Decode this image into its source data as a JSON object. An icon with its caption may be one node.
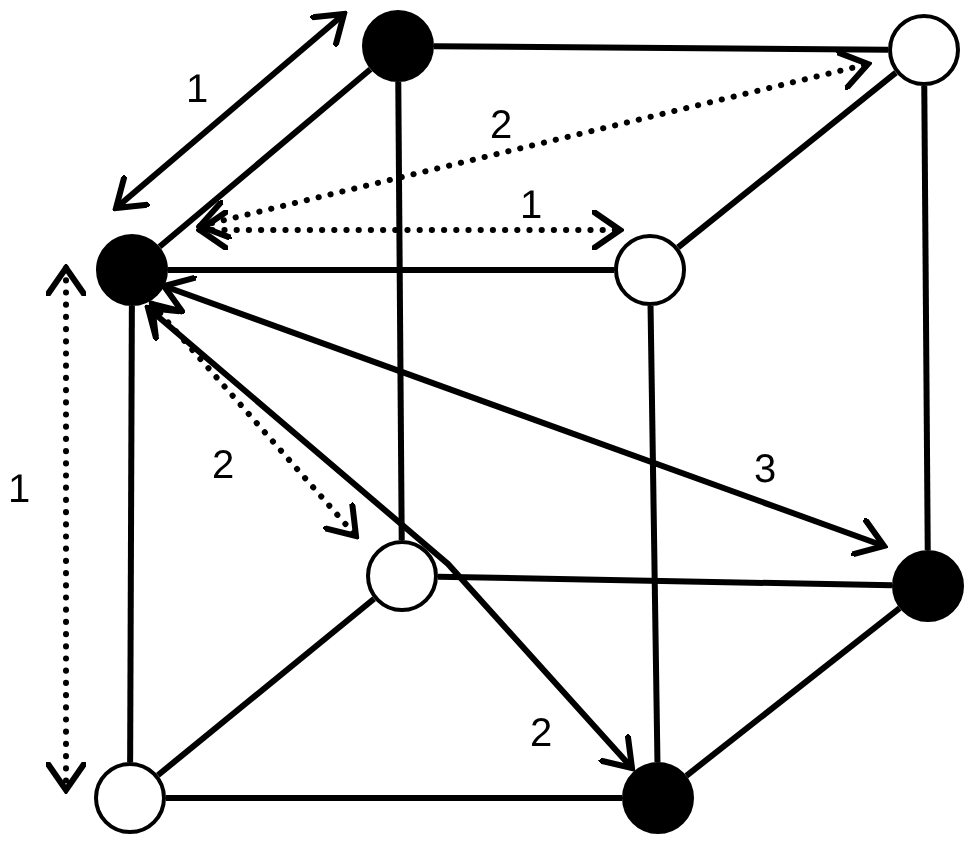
{
  "diagram": {
    "nodes": [
      {
        "text": [],
        "shape": "circle"
      },
      {
        "text": [],
        "shape": "circle"
      },
      {
        "text": [],
        "shape": "circle"
      },
      {
        "text": [],
        "shape": "circle"
      },
      {
        "text": [],
        "shape": "circle"
      },
      {
        "text": [],
        "shape": "circle"
      },
      {
        "text": [],
        "shape": "circle"
      },
      {
        "text": [],
        "shape": "circle"
      }
    ],
    "edges": [
      {
        "from": 2,
        "to": 0,
        "arrow": "both",
        "label": "1"
      },
      {
        "from": 2,
        "to": 1,
        "arrow": "both",
        "label": "2",
        "style": "dashed"
      },
      {
        "from": 2,
        "to": 3,
        "arrow": "both",
        "label": "1",
        "style": "dashed"
      },
      {
        "from": 2,
        "to": 6,
        "arrow": "both",
        "label": "1",
        "style": "dashed"
      },
      {
        "from": 2,
        "to": 4,
        "arrow": "both",
        "label": "2",
        "style": "dashed"
      },
      {
        "from": 2,
        "to": 5,
        "arrow": "both",
        "label": "3"
      },
      {
        "from": 2,
        "to": 7,
        "arrow": "both",
        "label": "2"
      },
      {
        "from": 2,
        "to": 3,
        "arrow": "none"
      },
      {
        "from": 2,
        "to": 6,
        "arrow": "none"
      },
      {
        "from": 3,
        "to": 7,
        "arrow": "none"
      },
      {
        "from": 6,
        "to": 7,
        "arrow": "none"
      },
      {
        "from": 0,
        "to": 1,
        "arrow": "none"
      },
      {
        "from": 0,
        "to": 4,
        "arrow": "none"
      },
      {
        "from": 1,
        "to": 5,
        "arrow": "none"
      },
      {
        "from": 4,
        "to": 5,
        "arrow": "none"
      },
      {
        "from": 2,
        "to": 0,
        "arrow": "none"
      },
      {
        "from": 3,
        "to": 1,
        "arrow": "none"
      },
      {
        "from": 6,
        "to": 4,
        "arrow": "none"
      },
      {
        "from": 7,
        "to": 5,
        "arrow": "none"
      }
    ]
  }
}
